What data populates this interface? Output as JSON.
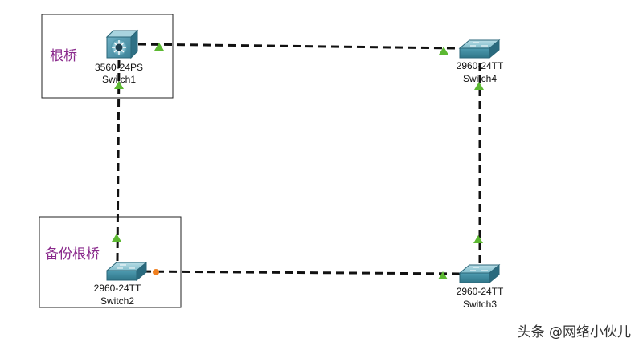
{
  "colors": {
    "link_line": "#111111",
    "port_up": "#5cb832",
    "port_blocked": "#f07f1f",
    "region_border": "#222222",
    "region_label": "#8a2a8c",
    "device_label": "#111111"
  },
  "regions": {
    "root_bridge": {
      "label": "根桥"
    },
    "backup_root_bridge": {
      "label": "备份根桥"
    }
  },
  "devices": {
    "switch1": {
      "model": "3560-24PS",
      "name": "Switch1",
      "icon": "multilayer-switch-icon"
    },
    "switch2": {
      "model": "2960-24TT",
      "name": "Switch2",
      "icon": "switch-icon"
    },
    "switch3": {
      "model": "2960-24TT",
      "name": "Switch3",
      "icon": "switch-icon"
    },
    "switch4": {
      "model": "2960-24TT",
      "name": "Switch4",
      "icon": "switch-icon"
    }
  },
  "links": [
    {
      "from": "Switch1",
      "to": "Switch4",
      "from_port_state": "up",
      "to_port_state": "up"
    },
    {
      "from": "Switch4",
      "to": "Switch3",
      "from_port_state": "up",
      "to_port_state": "up"
    },
    {
      "from": "Switch3",
      "to": "Switch2",
      "from_port_state": "up",
      "to_port_state": "blocked"
    },
    {
      "from": "Switch2",
      "to": "Switch1",
      "from_port_state": "up",
      "to_port_state": "up"
    }
  ],
  "watermark": "头条 @网络小伙儿"
}
